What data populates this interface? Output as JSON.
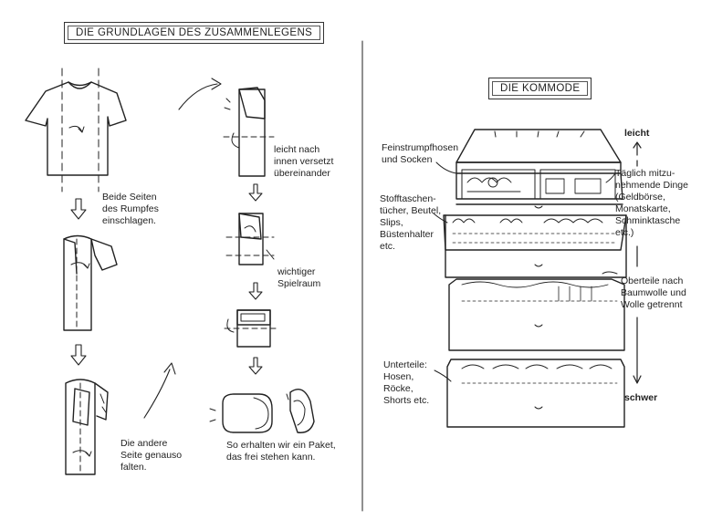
{
  "left_panel": {
    "title": "DIE GRUNDLAGEN DES ZUSAMMENLEGENS",
    "notes": {
      "step1": "Beide Seiten\ndes Rumpfes\neinschlagen.",
      "step2": "Die andere\nSeite genauso\nfalten.",
      "step3": "leicht nach\ninnen versetzt\nübereinander",
      "step4": "wichtiger\nSpielraum",
      "step5": "So erhalten wir ein Paket,\ndas frei stehen kann."
    }
  },
  "right_panel": {
    "title": "DIE KOMMODE",
    "axis": {
      "top": "leicht",
      "bottom": "schwer"
    },
    "notes": {
      "stockings": "Feinstrumpfhosen\nund Socken",
      "handkerchiefs": "Stofftaschen-\ntücher, Beutel,\nSlips,\nBüstenhalter\netc.",
      "daily": "Täglich mitzu-\nnehmende Dinge\n(Geldbörse,\nMonatskarte,\nSchminktasche\netc.)",
      "tops": "Oberteile nach\nBaumwolle und\nWolle getrennt",
      "bottoms": "Unterteile:\nHosen,\nRöcke,\nShorts etc."
    }
  }
}
